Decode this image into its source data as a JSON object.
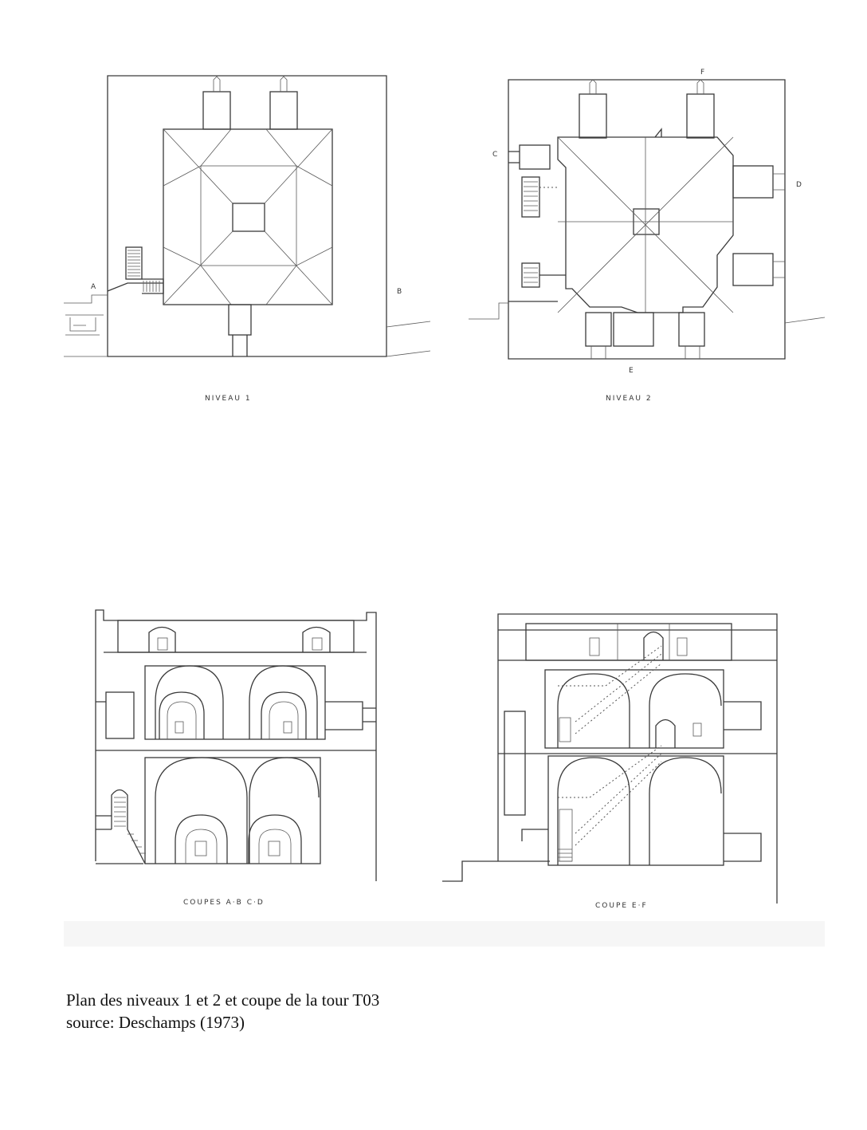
{
  "drawings": {
    "plan1": {
      "title": "NIVEAU 1",
      "points": [
        "A",
        "B"
      ]
    },
    "plan2": {
      "title": "NIVEAU 2",
      "points": [
        "C",
        "D",
        "E",
        "F"
      ]
    },
    "section1": {
      "title": "COUPES A·B C·D"
    },
    "section2": {
      "title": "COUPE E·F"
    }
  },
  "caption": {
    "line1": "Plan des niveaux 1 et 2 et coupe de la tour T03",
    "line2": "source: Deschamps (1973)"
  }
}
